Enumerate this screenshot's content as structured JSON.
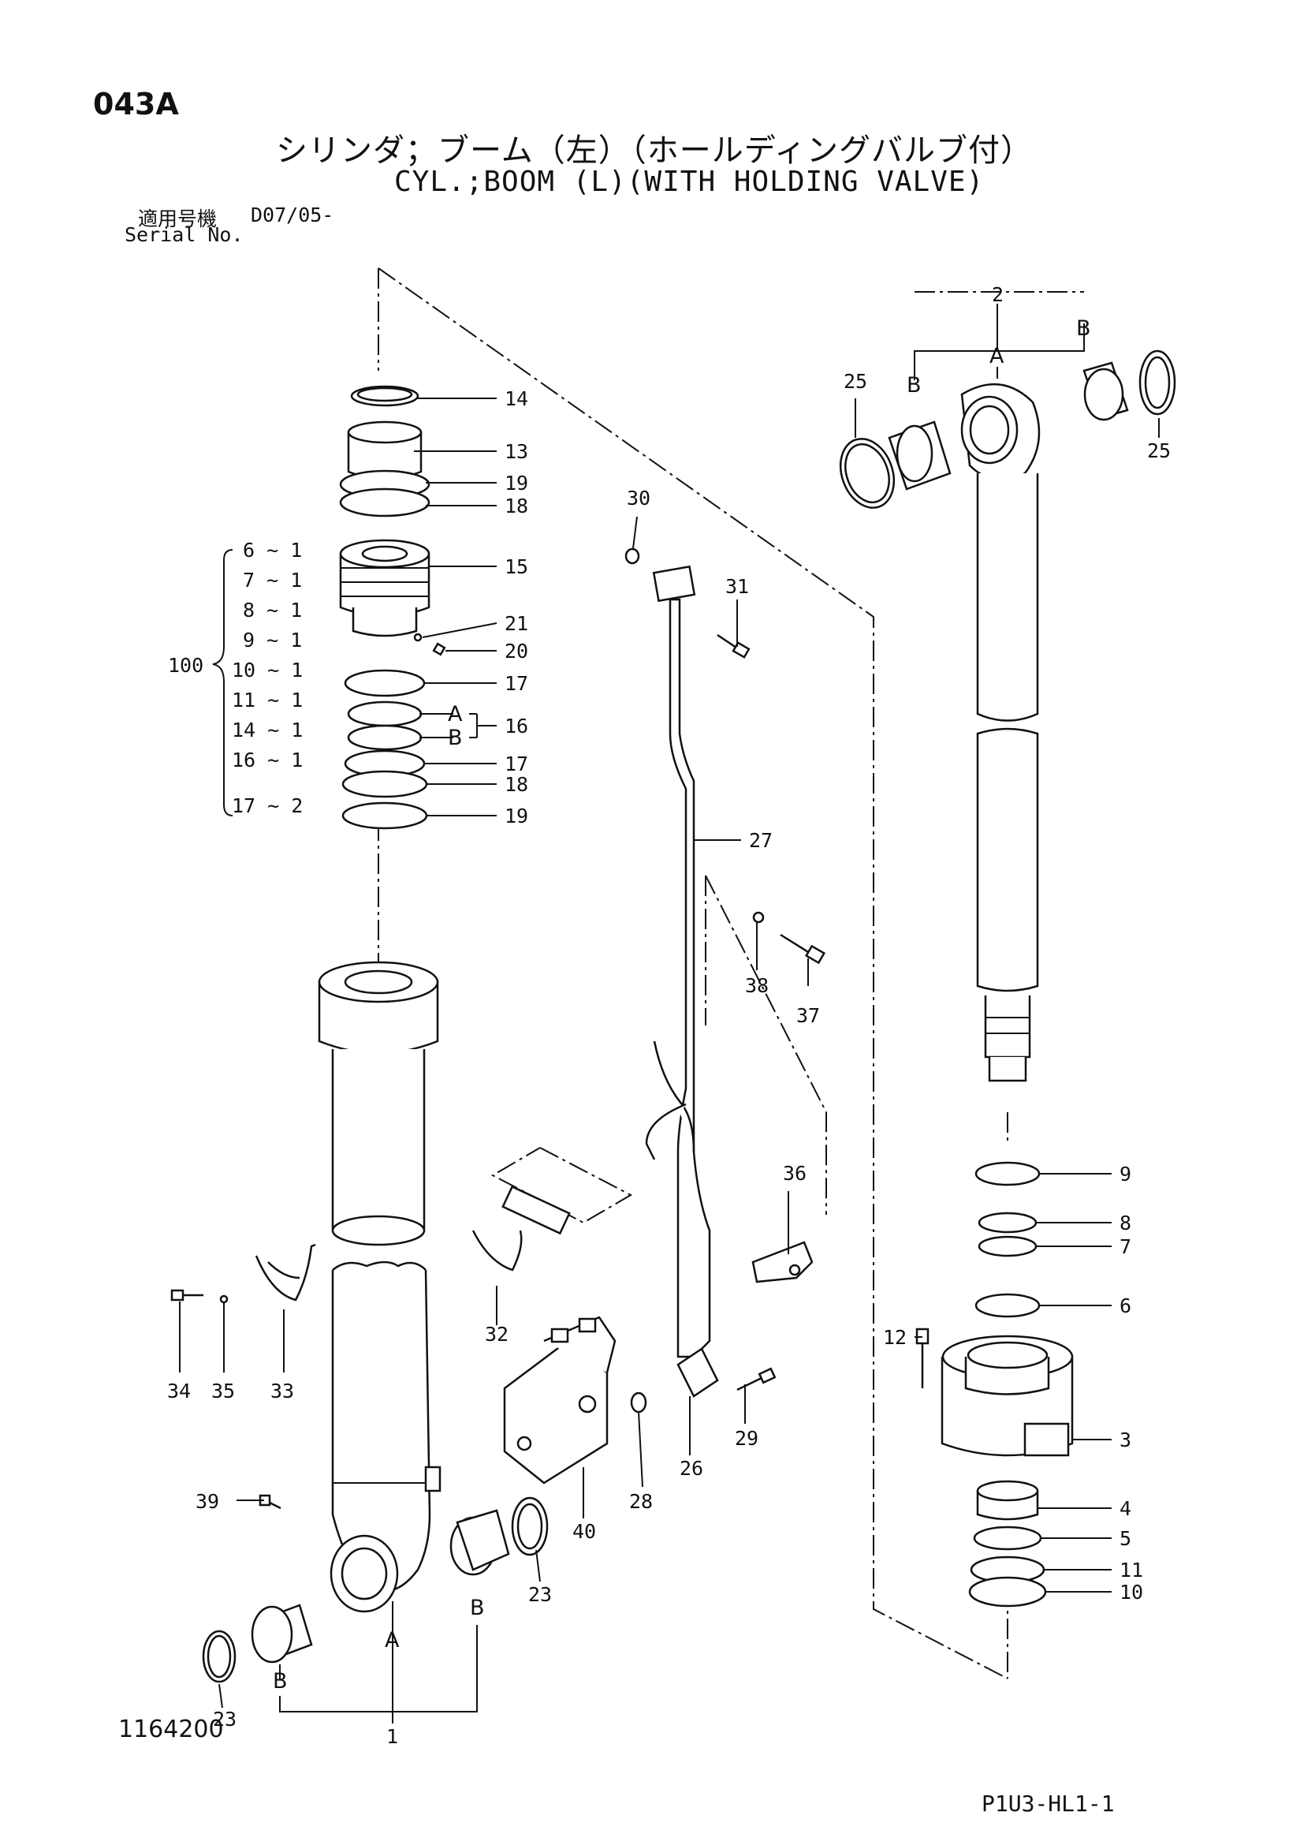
{
  "header": {
    "page_code": "043A",
    "title_jp": "シリンダ；ブーム（左）（ホールディングバルブ付）",
    "title_en": "CYL.;BOOM (L)(WITH HOLDING VALVE)",
    "serial_label_jp": "適用号機",
    "serial_code": "D07/05-",
    "serial_label_en": "Serial No."
  },
  "footer": {
    "drawing_no": "1164200",
    "page_ref": "P1U3-HL1-1"
  },
  "kit": {
    "number": "100",
    "contents": [
      "6 ~ 1",
      "7 ~ 1",
      "8 ~ 1",
      "9 ~ 1",
      "10 ~ 1",
      "11 ~ 1",
      "14 ~ 1",
      "16 ~ 1",
      "17 ~ 2"
    ]
  },
  "callouts": {
    "c1": "1",
    "c2": "2",
    "c3": "3",
    "c4": "4",
    "c5": "5",
    "c6": "6",
    "c7": "7",
    "c8": "8",
    "c9": "9",
    "c10": "10",
    "c11": "11",
    "c12": "12",
    "c13": "13",
    "c14": "14",
    "c15": "15",
    "c16": "16",
    "c17a": "17",
    "c17b": "17",
    "c18a": "18",
    "c18b": "18",
    "c19a": "19",
    "c19b": "19",
    "c20": "20",
    "c21": "21",
    "c23a": "23",
    "c23b": "23",
    "c25a": "25",
    "c25b": "25",
    "c26": "26",
    "c27": "27",
    "c28": "28",
    "c29": "29",
    "c30": "30",
    "c31": "31",
    "c32": "32",
    "c33": "33",
    "c34": "34",
    "c35": "35",
    "c36": "36",
    "c37": "37",
    "c38": "38",
    "c39": "39",
    "c40": "40"
  },
  "letters": {
    "A": "A",
    "B": "B"
  }
}
